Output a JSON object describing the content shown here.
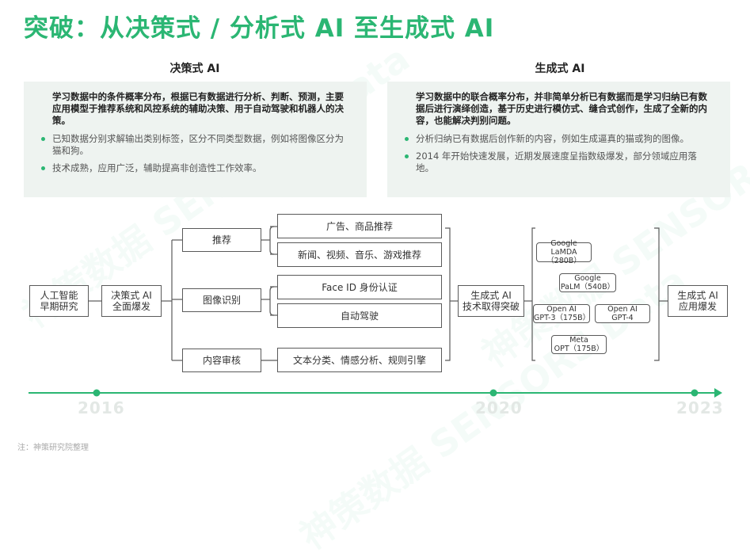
{
  "title": "突破：从决策式 / 分析式 AI 至生成式 AI",
  "left": {
    "heading": "决策式 AI",
    "lead": "学习数据中的条件概率分布，根据已有数据进行分析、判断、预测，主要应用模型于推荐系统和风控系统的辅助决策、用于自动驾驶和机器人的决策。",
    "bullets": [
      "已知数据分别求解输出类别标签，区分不同类型数据，例如将图像区分为猫和狗。",
      "技术成熟，应用广泛，辅助提高非创造性工作效率。"
    ]
  },
  "right": {
    "heading": "生成式 AI",
    "lead": "学习数据中的联合概率分布，并非简单分析已有数据而是学习归纳已有数据后进行演绎创造，基于历史进行模仿式、缝合式创作，生成了全新的内容，也能解决判别问题。",
    "bullets": [
      "分析归纳已有数据后创作新的内容，例如生成逼真的猫或狗的图像。",
      "2014 年开始快速发展，近期发展速度呈指数级爆发，部分领域应用落地。"
    ]
  },
  "flow": {
    "early": "人工智能\n早期研究",
    "decision": "决策式 AI\n全面爆发",
    "recommend": "推荐",
    "image_rec": "图像识别",
    "content_review": "内容审核",
    "ads": "广告、商品推荐",
    "news": "新闻、视频、音乐、游戏推荐",
    "faceid": "Face ID 身份认证",
    "autodrive": "自动驾驶",
    "textcls": "文本分类、情感分析、规则引擎",
    "gen_break": "生成式 AI\n技术取得突破",
    "gen_burst": "生成式 AI\n应用爆发",
    "models": {
      "lamda": "Google\nLaMDA（280B）",
      "palm": "Google\nPaLM（540B）",
      "gpt3": "Open AI\nGPT-3（175B）",
      "gpt4": "Open AI\nGPT-4",
      "opt": "Meta\nOPT（175B）"
    }
  },
  "timeline": {
    "years": [
      "2016",
      "2020",
      "2023"
    ]
  },
  "note": "注：神策研究院整理",
  "watermark": "神策数据 SENSORS Data",
  "colors": {
    "accent": "#2bb673",
    "panel": "#eef3f0",
    "line": "#5a5a5a"
  }
}
